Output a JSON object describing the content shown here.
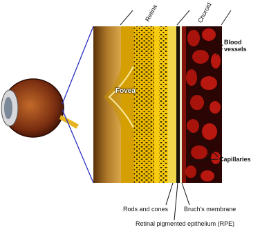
{
  "labels": {
    "retina": "Retina",
    "choroid": "Choroid",
    "blood_vessels": "Blood\nvessels",
    "fovea": "Fovea",
    "capillaries": "Capillaries",
    "rods_and_cones": "Rods and cones",
    "bruchs_membrane": "Bruch's membrane",
    "rpe": "Retinal pigmented epithelium (RPE)"
  },
  "colors": {
    "outline_blue": "#2b2fbf",
    "retina_yellow": "#f2c000",
    "choroid_red": "#a8140c",
    "choroid_dark": "#2a0503",
    "vitreous_brown": "#7a4a12"
  }
}
